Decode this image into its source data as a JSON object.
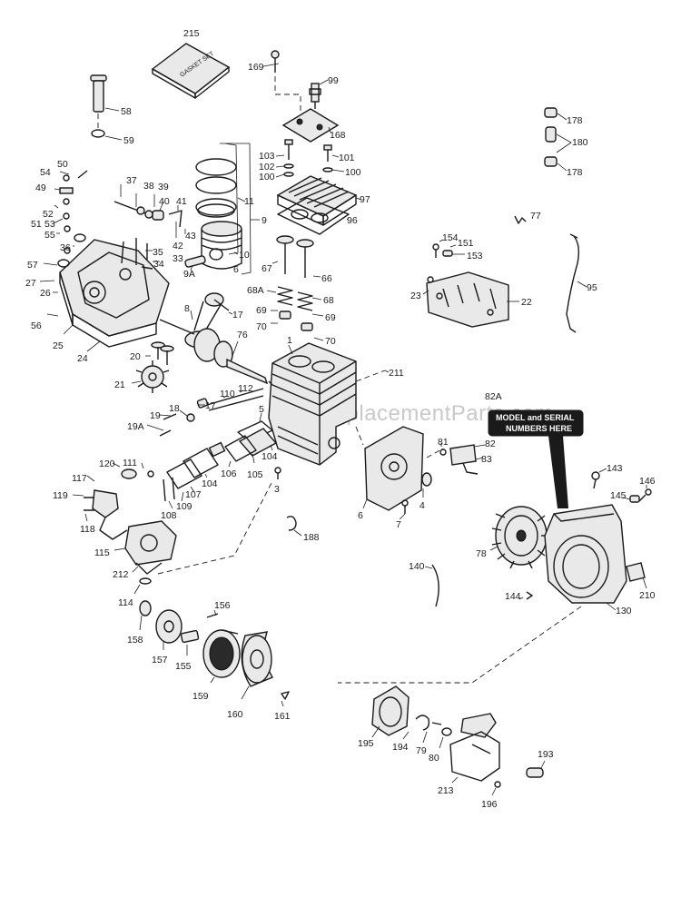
{
  "watermark": "eReplacementParts.com",
  "model_note": {
    "line1": "MODEL and SERIAL",
    "line2": "NUMBERS HERE"
  },
  "gasket_box_label": "GASKET SET",
  "callouts": {
    "p215": "215",
    "p169": "169",
    "p99": "99",
    "p58": "58",
    "p59": "59",
    "p168": "168",
    "p178a": "178",
    "p180": "180",
    "p178b": "178",
    "p50": "50",
    "p54": "54",
    "p49": "49",
    "p52": "52",
    "p51": "51",
    "p53": "53",
    "p55": "55",
    "p36": "36",
    "p57": "57",
    "p27": "27",
    "p26": "26",
    "p56": "56",
    "p25": "25",
    "p24": "24",
    "p37": "37",
    "p38": "38",
    "p39": "39",
    "p40": "40",
    "p41": "41",
    "p43": "43",
    "p42": "42",
    "p35": "35",
    "p34": "34",
    "p33": "33",
    "p11": "11",
    "p9": "9",
    "p10": "10",
    "p6a": "6",
    "p9A": "9A",
    "p103": "103",
    "p102": "102",
    "p100a": "100",
    "p101": "101",
    "p100b": "100",
    "p97": "97",
    "p96": "96",
    "p77": "77",
    "p154": "154",
    "p151": "151",
    "p153": "153",
    "p67": "67",
    "p66": "66",
    "p95": "95",
    "p23": "23",
    "p22": "22",
    "p68A": "68A",
    "p68": "68",
    "p69a": "69",
    "p69b": "69",
    "p70a": "70",
    "p70b": "70",
    "p8": "8",
    "p17a": "17",
    "p76": "76",
    "p20": "20",
    "p1": "1",
    "p211": "211",
    "p21": "21",
    "p19": "19",
    "p18": "18",
    "p17b": "17",
    "p110": "110",
    "p112": "112",
    "p19A": "19A",
    "p5": "5",
    "p82A": "82A",
    "p104a": "104",
    "p104b": "104",
    "p106": "106",
    "p105": "105",
    "p3": "3",
    "p81": "81",
    "p82": "82",
    "p83": "83",
    "p120": "120",
    "p111": "111",
    "p117": "117",
    "p119": "119",
    "p118": "118",
    "p107": "107",
    "p109": "109",
    "p108": "108",
    "p6b": "6",
    "p7": "7",
    "p4": "4",
    "p143": "143",
    "p146": "146",
    "p145": "145",
    "p188": "188",
    "p115": "115",
    "p212": "212",
    "p78": "78",
    "p140": "140",
    "p210": "210",
    "p144": "144",
    "p130": "130",
    "p114": "114",
    "p156": "156",
    "p158": "158",
    "p157": "157",
    "p155": "155",
    "p159": "159",
    "p160": "160",
    "p161": "161",
    "p195": "195",
    "p194": "194",
    "p79": "79",
    "p80": "80",
    "p193": "193",
    "p213": "213",
    "p196": "196"
  }
}
